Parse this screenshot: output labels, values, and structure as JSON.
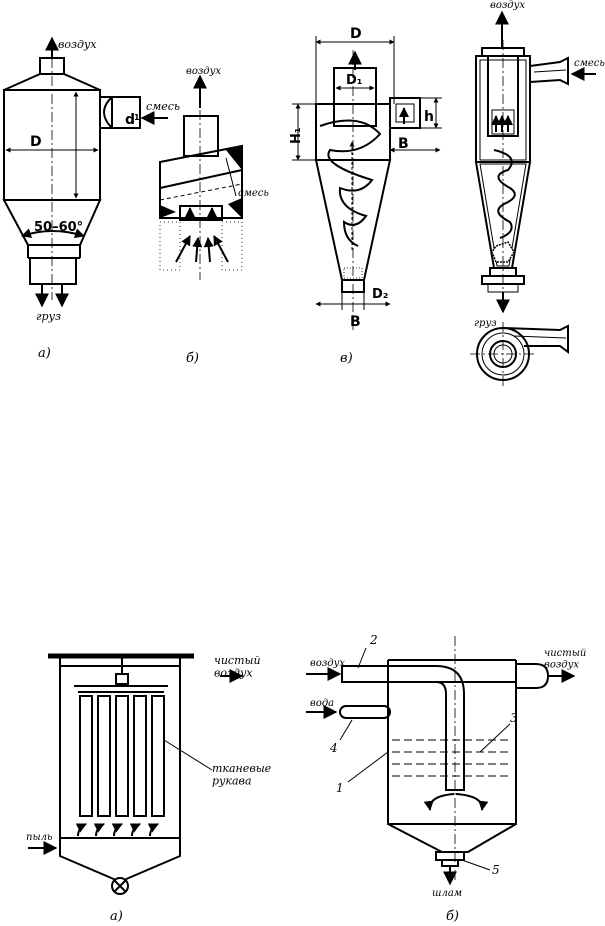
{
  "top": {
    "a": {
      "air": "воздух",
      "mix": "смесь",
      "load": "груз",
      "D": "D",
      "d1": "d",
      "d1_sub": "1",
      "angle": "50–60°",
      "caption": "а)"
    },
    "b": {
      "air": "воздух",
      "mix": "смесь",
      "caption": "б)"
    },
    "c": {
      "D": "D",
      "D1": "D₁",
      "H1": "H₁",
      "h": "h",
      "B_inlet": "B",
      "D2": "D₂",
      "B_bottom": "B",
      "caption": "в)"
    },
    "d": {
      "air": "воздух",
      "mix": "смесь",
      "load": "груз"
    }
  },
  "bottom": {
    "a": {
      "clean_air": "чистый\nвоздух",
      "sleeves": "тканевые\nрукава",
      "dust": "пыль",
      "caption": "а)"
    },
    "b": {
      "n2": "2",
      "air": "воздух",
      "clean_air": "чистый\nвоздух",
      "water": "вода",
      "n4": "4",
      "n3": "3",
      "n1": "1",
      "n5": "5",
      "sludge": "шлам",
      "caption": "б)"
    }
  }
}
